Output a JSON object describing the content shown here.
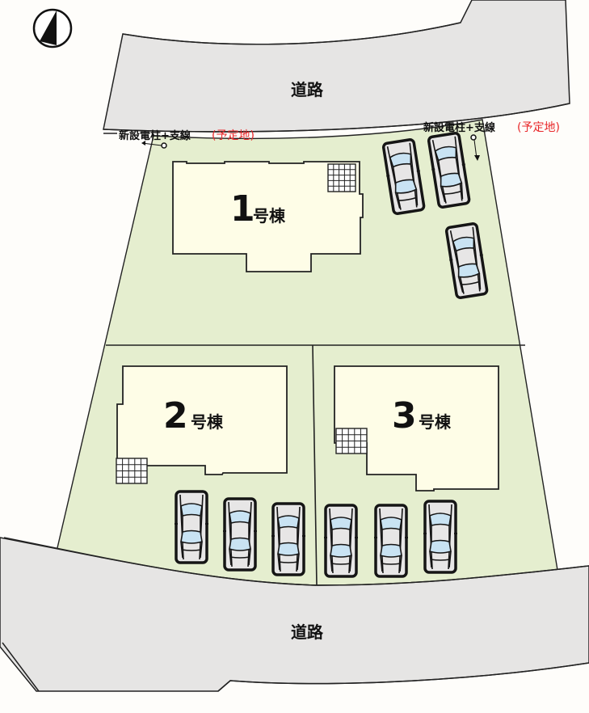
{
  "compass": {
    "icon": "north-arrow-icon"
  },
  "roads": {
    "north": {
      "label": "道路"
    },
    "south": {
      "label": "道路"
    }
  },
  "utility_poles": [
    {
      "label": "新設電柱+支線",
      "note": "(予定地)",
      "position": "north-west"
    },
    {
      "label": "新設電柱+支線",
      "note": "(予定地)",
      "position": "north-east"
    }
  ],
  "buildings": [
    {
      "number": "1",
      "suffix": "号棟"
    },
    {
      "number": "2",
      "suffix": "号棟"
    },
    {
      "number": "3",
      "suffix": "号棟"
    }
  ],
  "parking": {
    "lot1_cars": 3,
    "lot2_cars": 3,
    "lot3_cars": 3
  },
  "colors": {
    "road": "#e6e5e4",
    "lot": "#e5eecf",
    "building": "#fefde7",
    "note_red": "#e8282a",
    "car_glass": "#c9e3f3",
    "car_body": "#e7e6e6"
  }
}
